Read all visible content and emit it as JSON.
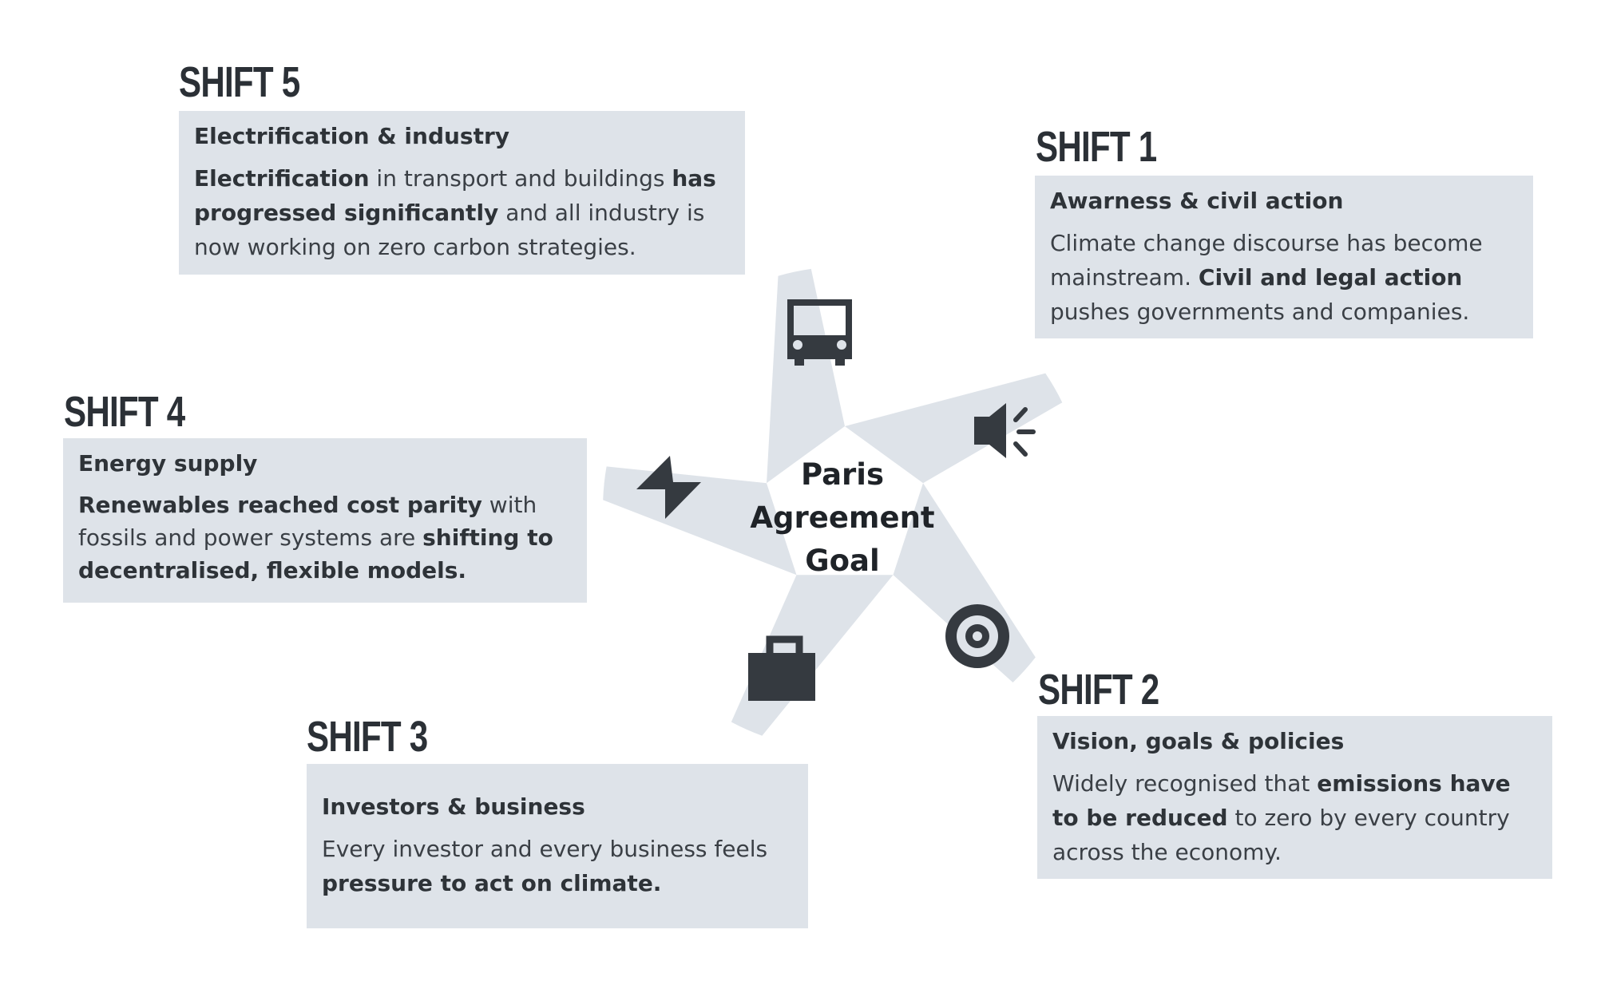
{
  "center_label": [
    "Paris",
    "Agreement",
    "Goal"
  ],
  "colors": {
    "segment": "#dee3e9",
    "box": "#dee3e9",
    "icon": "#353a40",
    "text": "#2e3338"
  },
  "segments": [
    {
      "icon": "megaphone-icon"
    },
    {
      "icon": "target-icon"
    },
    {
      "icon": "briefcase-icon"
    },
    {
      "icon": "lightning-icon"
    },
    {
      "icon": "bus-icon"
    }
  ],
  "shifts": [
    {
      "heading": "SHIFT 1",
      "title": "Awarness & civil action",
      "body": [
        {
          "t": "Climate change discourse has become mainstream. "
        },
        {
          "t": "Civil and legal action",
          "b": true
        },
        {
          "t": " pushes governments and companies."
        }
      ]
    },
    {
      "heading": "SHIFT 2",
      "title": "Vision, goals & policies",
      "body": [
        {
          "t": "Widely recognised that "
        },
        {
          "t": "emissions have to be reduced",
          "b": true
        },
        {
          "t": " to zero by every country across the economy."
        }
      ]
    },
    {
      "heading": "SHIFT 3",
      "title": "Investors & business",
      "body": [
        {
          "t": "Every investor and every business feels "
        },
        {
          "t": "pressure to act on climate.",
          "b": true
        }
      ]
    },
    {
      "heading": "SHIFT 4",
      "title": "Energy supply",
      "body": [
        {
          "t": "Renewables reached cost parity",
          "b": true
        },
        {
          "t": " with fossils and power systems are "
        },
        {
          "t": "shifting to decentralised, flexible models.",
          "b": true
        }
      ]
    },
    {
      "heading": "SHIFT 5",
      "title": "Electrification & industry",
      "body": [
        {
          "t": "Electrification",
          "b": true
        },
        {
          "t": " in transport and buildings "
        },
        {
          "t": "has progressed significantly",
          "b": true
        },
        {
          "t": " and all industry is now working on zero carbon strategies."
        }
      ]
    }
  ]
}
